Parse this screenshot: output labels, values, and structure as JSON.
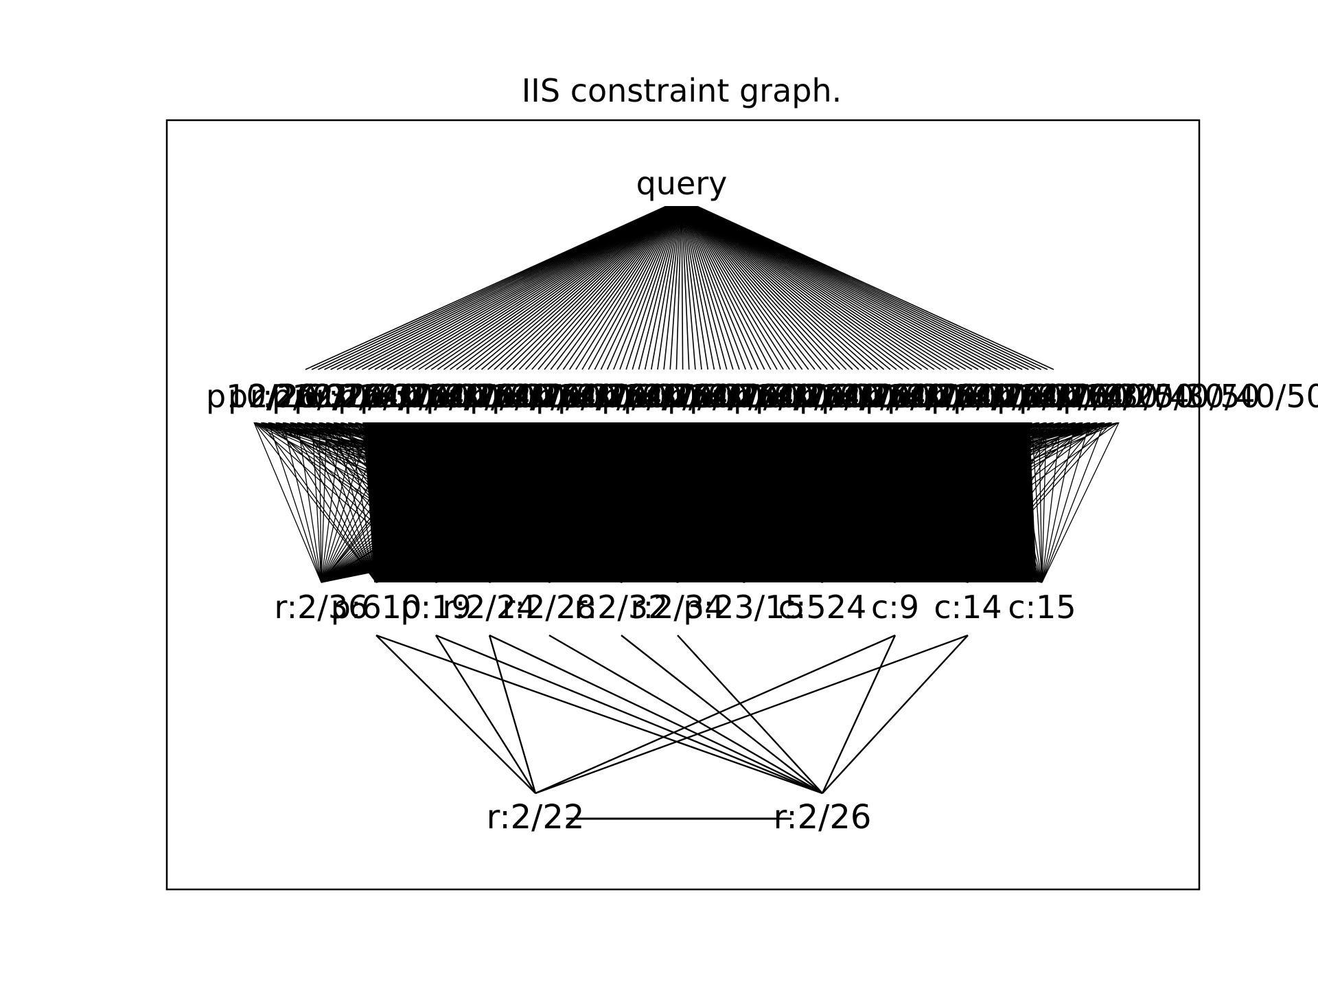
{
  "title": "IIS constraint graph.",
  "colors": {
    "background": "#ffffff",
    "edge": "#000000",
    "text": "#000000",
    "frame": "#000000"
  },
  "graph": {
    "root": {
      "id": "query",
      "label": "query"
    },
    "middle_layer_labels": [
      "p10/20/30/40/50",
      "p2/26",
      "r:2/60"
    ],
    "middle_layer_node_count": 120,
    "third_layer": [
      {
        "id": "r:2/36",
        "label": "r:2/36"
      },
      {
        "id": "p610",
        "label": "p:610"
      },
      {
        "id": "p:19",
        "label": "p:19"
      },
      {
        "id": "r:2/24",
        "label": "r:2/24"
      },
      {
        "id": "r:2/28",
        "label": "r:2/28"
      },
      {
        "id": "r:2/32",
        "label": "r:2/32"
      },
      {
        "id": "r:2/34",
        "label": "r:2/34"
      },
      {
        "id": "p:23/15",
        "label": "p:23/15"
      },
      {
        "id": "c:524",
        "label": "c:524"
      },
      {
        "id": "c:9",
        "label": "c:9"
      },
      {
        "id": "c:14",
        "label": "c:14"
      },
      {
        "id": "c:15",
        "label": "c:15"
      }
    ],
    "bottom_layer": [
      {
        "id": "r:2/22",
        "label": "r:2/22"
      },
      {
        "id": "r:2/26",
        "label": "r:2/26"
      }
    ],
    "edges_third_to_bottom": [
      [
        "p610",
        "r:2/22"
      ],
      [
        "p610",
        "r:2/26"
      ],
      [
        "p:19",
        "r:2/22"
      ],
      [
        "p:19",
        "r:2/26"
      ],
      [
        "r:2/24",
        "r:2/22"
      ],
      [
        "r:2/24",
        "r:2/26"
      ],
      [
        "r:2/28",
        "r:2/26"
      ],
      [
        "r:2/32",
        "r:2/26"
      ],
      [
        "r:2/34",
        "r:2/26"
      ],
      [
        "c:9",
        "r:2/22"
      ],
      [
        "c:9",
        "r:2/26"
      ],
      [
        "c:14",
        "r:2/22"
      ],
      [
        "c:14",
        "r:2/26"
      ]
    ],
    "edges_bottom": [
      [
        "r:2/22",
        "r:2/26"
      ]
    ]
  }
}
